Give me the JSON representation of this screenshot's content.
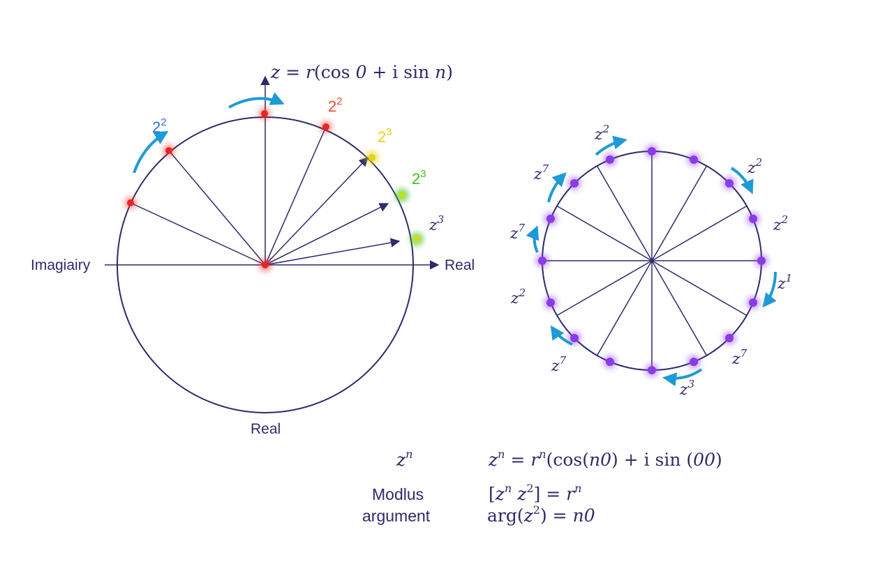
{
  "colors": {
    "ink": "#2e2a6b",
    "arrow_blue": "#1e9ad6",
    "red": "#e8251f",
    "orange_red": "#e84a22",
    "yellow": "#e6d416",
    "green": "#3cc21a",
    "purple": "#8a3be6",
    "blue_label": "#2f6fd6",
    "purple_label": "#6a2fc0"
  },
  "left_diagram": {
    "axis_top_label": {
      "prefix": "z = ",
      "r": "r",
      "mid": "(cos ",
      "theta": "0",
      "mid2": " + i sin ",
      "n": "n",
      "close": ")"
    },
    "axis_left_label": "Imagiairy",
    "axis_right_label": "Real",
    "axis_bottom_label": "Real",
    "point_labels": [
      {
        "base": "2",
        "exp": "2",
        "color": "blue_label"
      },
      {
        "base": "2",
        "exp": "2",
        "color": "orange_red"
      },
      {
        "base": "2",
        "exp": "3",
        "color": "yellow"
      },
      {
        "base": "2",
        "exp": "3",
        "color": "green"
      },
      {
        "base": "z",
        "exp": "3",
        "color": "green"
      }
    ]
  },
  "right_diagram": {
    "labels": [
      {
        "base": "z",
        "exp": "2"
      },
      {
        "base": "z",
        "exp": "2"
      },
      {
        "base": "z",
        "exp": "2"
      },
      {
        "base": "z",
        "exp": "1"
      },
      {
        "base": "z",
        "exp": "7"
      },
      {
        "base": "z",
        "exp": "3"
      },
      {
        "base": "z",
        "exp": "7"
      },
      {
        "base": "z",
        "exp": "2"
      },
      {
        "base": "z",
        "exp": "7"
      },
      {
        "base": "z",
        "exp": "7"
      }
    ]
  },
  "formulas": {
    "row1_label": {
      "base": "z",
      "exp": "n"
    },
    "row1_formula": {
      "a": "z",
      "a_exp": "n",
      "eq": " = ",
      "b": "r",
      "b_exp": "n",
      "open": "(cos(",
      "n1": "n0",
      "mid": ") + i sin (",
      "n2": "00",
      "close": ")"
    },
    "row2_label": "Modlus",
    "row2_formula": {
      "open": "[",
      "a": "z",
      "a_exp": "n",
      "b": " z",
      "b_exp": "2",
      "close": "] = ",
      "c": "r",
      "c_exp": "n"
    },
    "row3_label": "argument",
    "row3_formula": {
      "fn": "arg(",
      "a": "z",
      "a_exp": "2",
      "close": ") = ",
      "res": "n0"
    }
  }
}
